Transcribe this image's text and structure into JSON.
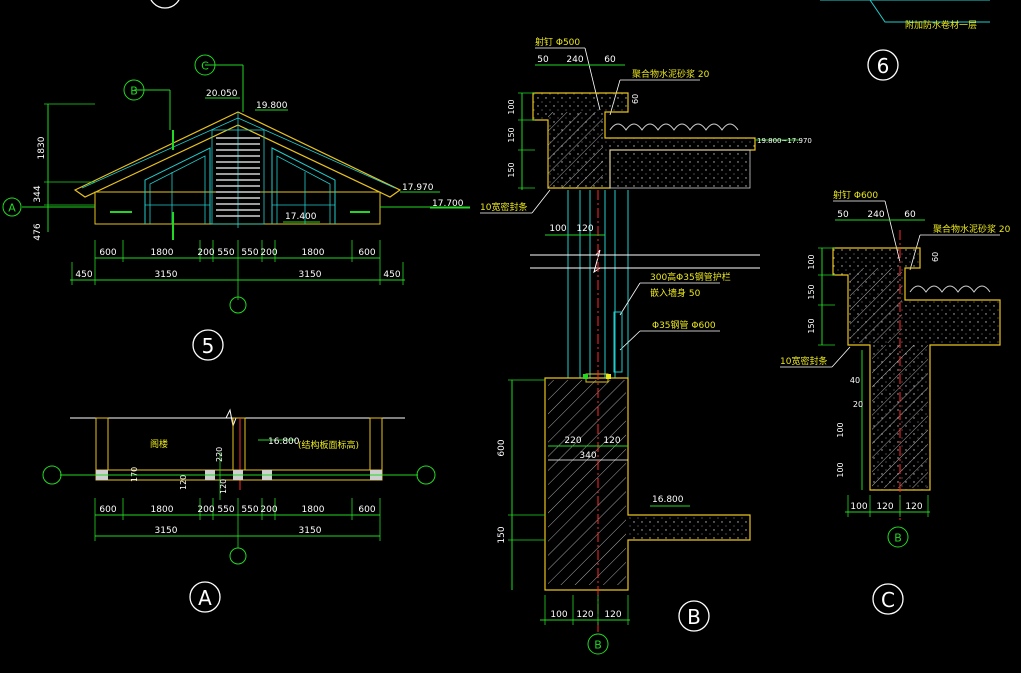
{
  "drawing": {
    "section_labels": {
      "s5": "5",
      "s6": "6",
      "sA": "A",
      "sB": "B",
      "sC": "C"
    },
    "axis_bubbles": {
      "a": "A",
      "b": "B",
      "c": "C"
    },
    "top_note": "附加防水卷材一层",
    "elevation5": {
      "levels": [
        "20.050",
        "19.800",
        "17.970",
        "17.700",
        "17.400"
      ],
      "left_dims": [
        "1830",
        "344",
        "476"
      ],
      "dims_row1": [
        "600",
        "1800",
        "200",
        "550",
        "550",
        "200",
        "1800",
        "600"
      ],
      "dims_row2": [
        "450",
        "3150",
        "3150",
        "450"
      ]
    },
    "planA": {
      "room": "阁楼",
      "level": "16.800",
      "level_note": "(结构板面标高)",
      "small_dims": [
        "220",
        "170",
        "120",
        "120"
      ],
      "dims_row1": [
        "600",
        "1800",
        "200",
        "550",
        "550",
        "200",
        "1800",
        "600"
      ],
      "dims_row2": [
        "3150",
        "3150"
      ]
    },
    "detailB": {
      "nail": "射钉 Φ500",
      "top_dims": [
        "50",
        "240",
        "60"
      ],
      "mortar": "聚合物水泥砂浆 20",
      "dim60": "60",
      "left_dims": [
        "100",
        "150",
        "150",
        "600",
        "150"
      ],
      "level_roof": "19.800~17.970",
      "tape": "10宽密封条",
      "wall_dims": [
        "100",
        "120"
      ],
      "rail1": "300高Φ35钢管护栏",
      "rail2": "嵌入墙身 50",
      "rail3": "Φ35钢管 Φ600",
      "mid_dims": [
        "220",
        "120",
        "340"
      ],
      "level_slab": "16.800",
      "bottom_dims": [
        "100",
        "120",
        "120"
      ]
    },
    "detailC": {
      "nail": "射钉 Φ600",
      "top_dims": [
        "50",
        "240",
        "60"
      ],
      "mortar": "聚合物水泥砂浆 20",
      "dim60": "60",
      "left_dims": [
        "100",
        "150",
        "150"
      ],
      "tape": "10宽密封条",
      "small_dims": [
        "40",
        "20",
        "100",
        "100"
      ],
      "bottom_dims": [
        "100",
        "120",
        "120"
      ]
    }
  }
}
